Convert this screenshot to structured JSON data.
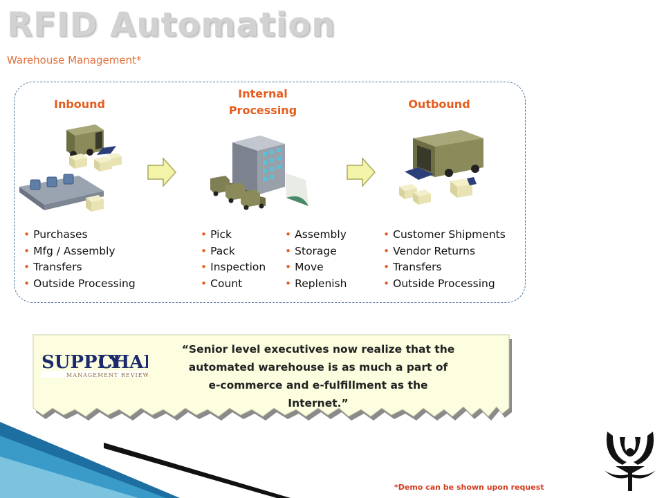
{
  "slide": {
    "title": "RFID Automation",
    "subtitle": "Warehouse Management*"
  },
  "stages": {
    "inbound": {
      "title": "Inbound",
      "items": [
        "Purchases",
        "Mfg / Assembly",
        "Transfers",
        "Outside Processing"
      ]
    },
    "internal": {
      "title_line1": "Internal",
      "title_line2": "Processing",
      "items_left": [
        "Pick",
        "Pack",
        "Inspection",
        "Count"
      ],
      "items_right": [
        "Assembly",
        "Storage",
        "Move",
        "Replenish"
      ]
    },
    "outbound": {
      "title": "Outbound",
      "items": [
        "Customer Shipments",
        "Vendor Returns",
        "Transfers",
        "Outside Processing"
      ]
    }
  },
  "quote": {
    "logo_word1": "SUPPLY",
    "logo_word2": "CHAIN",
    "logo_tagline": "MANAGEMENT REVIEW",
    "line1": "“Senior level executives now realize that the",
    "line2": "automated warehouse is as much a part of",
    "line3": "e-commerce and e-fulfillment as the",
    "line4": "Internet.”"
  },
  "footnote": "*Demo can be shown upon request",
  "icons": {
    "truck": "delivery-truck-icon",
    "boxes": "cardboard-boxes-icon",
    "conveyor": "conveyor-belt-icon",
    "building": "warehouse-building-icon",
    "arrow": "flow-arrow-icon"
  },
  "colors": {
    "accent": "#e65c1e",
    "title_gray": "#d2d2d2",
    "subtitle": "#e0703c",
    "dashed_border": "#4a6fa5",
    "note_bg": "#fdfde0",
    "arrow_fill": "#f4f4a8"
  }
}
